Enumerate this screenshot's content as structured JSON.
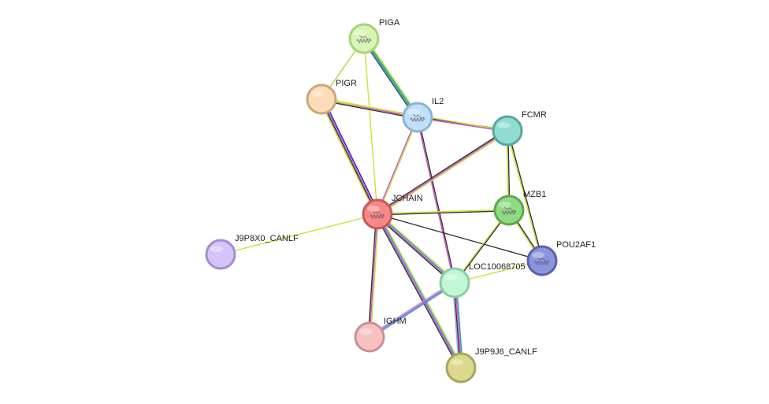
{
  "nodes": [
    {
      "id": "PIGA",
      "label": "PIGA",
      "fill": "#d9f5b4",
      "stroke": "#a6d47c",
      "icon": "protein-structure-icon"
    },
    {
      "id": "PIGR",
      "label": "PIGR",
      "fill": "#fddbb8",
      "stroke": "#c9a67e",
      "icon": ""
    },
    {
      "id": "IL2",
      "label": "IL2",
      "fill": "#bfe0f7",
      "stroke": "#87b6d6",
      "icon": "protein-structure-icon"
    },
    {
      "id": "FCMR",
      "label": "FCMR",
      "fill": "#8fddd0",
      "stroke": "#55a89b",
      "icon": ""
    },
    {
      "id": "JCHAIN",
      "label": "JCHAIN",
      "fill": "#f78888",
      "stroke": "#c75959",
      "icon": "protein-structure-icon"
    },
    {
      "id": "MZB1",
      "label": "MZB1",
      "fill": "#8fdb84",
      "stroke": "#5aa851",
      "icon": "protein-structure-icon"
    },
    {
      "id": "J9P8X0_CANLF",
      "label": "J9P8X0_CANLF",
      "fill": "#d5c4f9",
      "stroke": "#a48cd3",
      "icon": ""
    },
    {
      "id": "POU2AF1",
      "label": "POU2AF1",
      "fill": "#8c95dc",
      "stroke": "#5a62a8",
      "icon": "protein-structure-icon"
    },
    {
      "id": "LOC100687050",
      "label": "LOC10068705",
      "fill": "#c1f7d4",
      "stroke": "#8ccca3",
      "icon": ""
    },
    {
      "id": "IGHM",
      "label": "IGHM",
      "fill": "#f7c1c1",
      "stroke": "#c99191",
      "icon": ""
    },
    {
      "id": "J9P9J6_CANLF",
      "label": "J9P9J6_CANLF",
      "fill": "#dcd88c",
      "stroke": "#a9a55b",
      "icon": ""
    }
  ],
  "edges": [
    {
      "source": "PIGA",
      "target": "PIGR",
      "colors": [
        "#b5d332"
      ]
    },
    {
      "source": "PIGA",
      "target": "IL2",
      "colors": [
        "#c9e233",
        "#2c9b9b",
        "#22b14c",
        "#3a3a9b"
      ]
    },
    {
      "source": "PIGA",
      "target": "JCHAIN",
      "colors": [
        "#c9e233"
      ]
    },
    {
      "source": "PIGR",
      "target": "IL2",
      "colors": [
        "#c9e233",
        "#cc4fc4",
        "#333333"
      ]
    },
    {
      "source": "PIGR",
      "target": "JCHAIN",
      "colors": [
        "#2222cc",
        "#cc4fc4",
        "#333333",
        "#c9e233"
      ]
    },
    {
      "source": "IL2",
      "target": "FCMR",
      "colors": [
        "#333333",
        "#cc4fc4"
      ]
    },
    {
      "source": "IL2",
      "target": "JCHAIN",
      "colors": [
        "#c9e233",
        "#cc4fc4"
      ]
    },
    {
      "source": "IL2",
      "target": "LOC100687050",
      "colors": [
        "#333333",
        "#cc4fc4"
      ]
    },
    {
      "source": "PIGR",
      "target": "FCMR",
      "colors": [
        "#c9e233"
      ]
    },
    {
      "source": "FCMR",
      "target": "JCHAIN",
      "colors": [
        "#c9e233",
        "#cc4fc4",
        "#333333"
      ]
    },
    {
      "source": "FCMR",
      "target": "MZB1",
      "colors": [
        "#333333",
        "#c9e233"
      ]
    },
    {
      "source": "FCMR",
      "target": "POU2AF1",
      "colors": [
        "#333333",
        "#c9e233"
      ]
    },
    {
      "source": "JCHAIN",
      "target": "MZB1",
      "colors": [
        "#c9e233",
        "#333333"
      ]
    },
    {
      "source": "JCHAIN",
      "target": "J9P8X0_CANLF",
      "colors": [
        "#c9e233"
      ]
    },
    {
      "source": "JCHAIN",
      "target": "POU2AF1",
      "colors": [
        "#333333"
      ]
    },
    {
      "source": "JCHAIN",
      "target": "LOC100687050",
      "colors": [
        "#c9e233",
        "#2c9bdb",
        "#cc4fc4",
        "#333333"
      ]
    },
    {
      "source": "JCHAIN",
      "target": "IGHM",
      "colors": [
        "#c9e233",
        "#cc4fc4",
        "#333333"
      ]
    },
    {
      "source": "JCHAIN",
      "target": "J9P9J6_CANLF",
      "colors": [
        "#c9e233",
        "#2c9bdb",
        "#cc4fc4",
        "#333333"
      ]
    },
    {
      "source": "MZB1",
      "target": "POU2AF1",
      "colors": [
        "#333333",
        "#c9e233"
      ]
    },
    {
      "source": "MZB1",
      "target": "LOC100687050",
      "colors": [
        "#333333",
        "#c9e233"
      ]
    },
    {
      "source": "POU2AF1",
      "target": "LOC100687050",
      "colors": [
        "#c9e233"
      ]
    },
    {
      "source": "LOC100687050",
      "target": "IGHM",
      "colors": [
        "#2c9bdb",
        "#cc4fc4",
        "#9b9bdb"
      ]
    },
    {
      "source": "LOC100687050",
      "target": "J9P9J6_CANLF",
      "colors": [
        "#2c9bdb",
        "#cc4fc4",
        "#333333",
        "#9b9bdb"
      ]
    }
  ]
}
